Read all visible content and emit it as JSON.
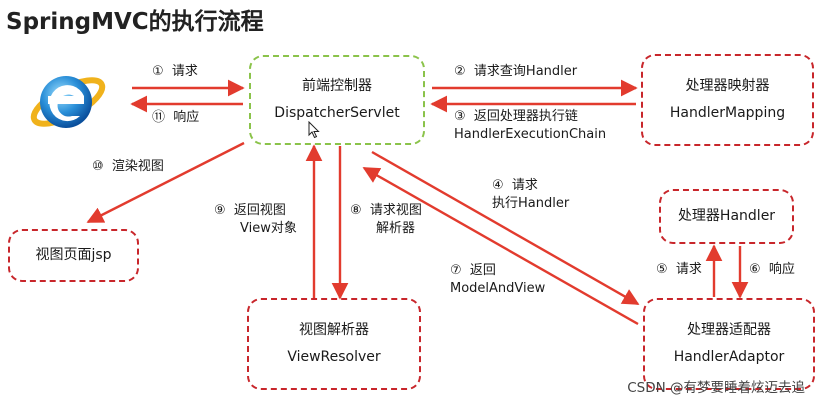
{
  "title": "SpringMVC的执行流程",
  "nodes": {
    "dispatcher": {
      "line1": "前端控制器",
      "line2": "DispatcherServlet"
    },
    "mapping": {
      "line1": "处理器映射器",
      "line2": "HandlerMapping"
    },
    "view_page": {
      "line1": "视图页面jsp"
    },
    "handler": {
      "line1": "处理器Handler"
    },
    "resolver": {
      "line1": "视图解析器",
      "line2": "ViewResolver"
    },
    "adaptor": {
      "line1": "处理器适配器",
      "line2": "HandlerAdaptor"
    }
  },
  "edges": {
    "e1": {
      "num": "①",
      "text": "请求"
    },
    "e11": {
      "num": "⑪",
      "text": "响应"
    },
    "e2": {
      "num": "②",
      "text": "请求查询Handler"
    },
    "e3": {
      "num": "③",
      "text": "返回处理器执行链",
      "text2": "HandlerExecutionChain"
    },
    "e10": {
      "num": "⑩",
      "text": "渲染视图"
    },
    "e4": {
      "num": "④",
      "text": "请求",
      "text2": "执行Handler"
    },
    "e9": {
      "num": "⑨",
      "text": "返回视图",
      "text2": "View对象"
    },
    "e8": {
      "num": "⑧",
      "text": "请求视图",
      "text2": "解析器"
    },
    "e7": {
      "num": "⑦",
      "text": "返回",
      "text2": "ModelAndView"
    },
    "e5": {
      "num": "⑤",
      "text": "请求"
    },
    "e6": {
      "num": "⑥",
      "text": "响应"
    }
  },
  "watermark": "CSDN @有梦要睡着炫迈去追",
  "colors": {
    "arrow": "#e23b2e",
    "red_border": "#c8262b",
    "green_border": "#8bc34a"
  },
  "icons": {
    "browser": "internet-explorer-logo",
    "cursor": "mouse-pointer"
  }
}
